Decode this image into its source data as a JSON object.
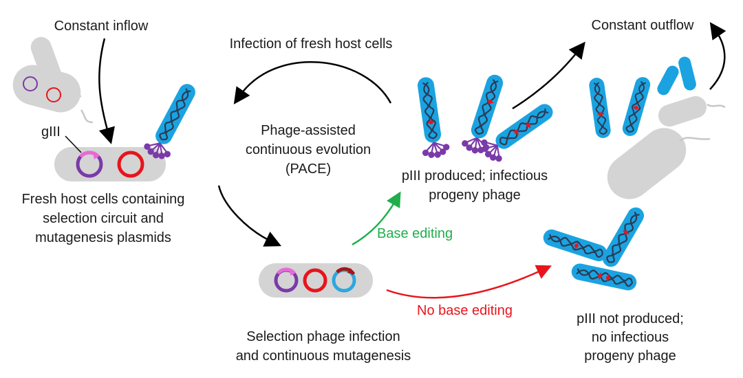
{
  "labels": {
    "inflow": "Constant inflow",
    "outflow": "Constant outflow",
    "infection": "Infection of fresh host cells",
    "cycle_line1": "Phage-assisted",
    "cycle_line2": "continuous evolution",
    "cycle_line3": "(PACE)",
    "giii": "gIII",
    "host_line1": "Fresh host cells containing",
    "host_line2": "selection circuit and",
    "host_line3": "mutagenesis plasmids",
    "produced_line1": "pIII produced; infectious",
    "produced_line2": "progeny phage",
    "base_editing": "Base editing",
    "no_base_editing": "No base editing",
    "selection_line1": "Selection phage infection",
    "selection_line2": "and continuous mutagenesis",
    "notproduced_line1": "pIII not produced;",
    "notproduced_line2": "no infectious",
    "notproduced_line3": "progeny phage"
  },
  "colors": {
    "phage_body": "#1aa3e0",
    "phage_dna": "#2b3a55",
    "cell_gray": "#d4d4d4",
    "plasmid_purple": "#7a3aa8",
    "plasmid_red": "#e8141c",
    "plasmid_blue": "#2ba7e0",
    "gene_pink": "#e86ad8",
    "gene_darkred": "#a01818",
    "arrow_black": "#000000",
    "arrow_green": "#1fae4b",
    "arrow_red": "#e8141c",
    "pIII_purple": "#7a3aa8",
    "mutation_red": "#e8141c"
  },
  "icons": [
    "host-cell-icon",
    "phage-icon",
    "plasmid-icon",
    "arrow-icon"
  ]
}
